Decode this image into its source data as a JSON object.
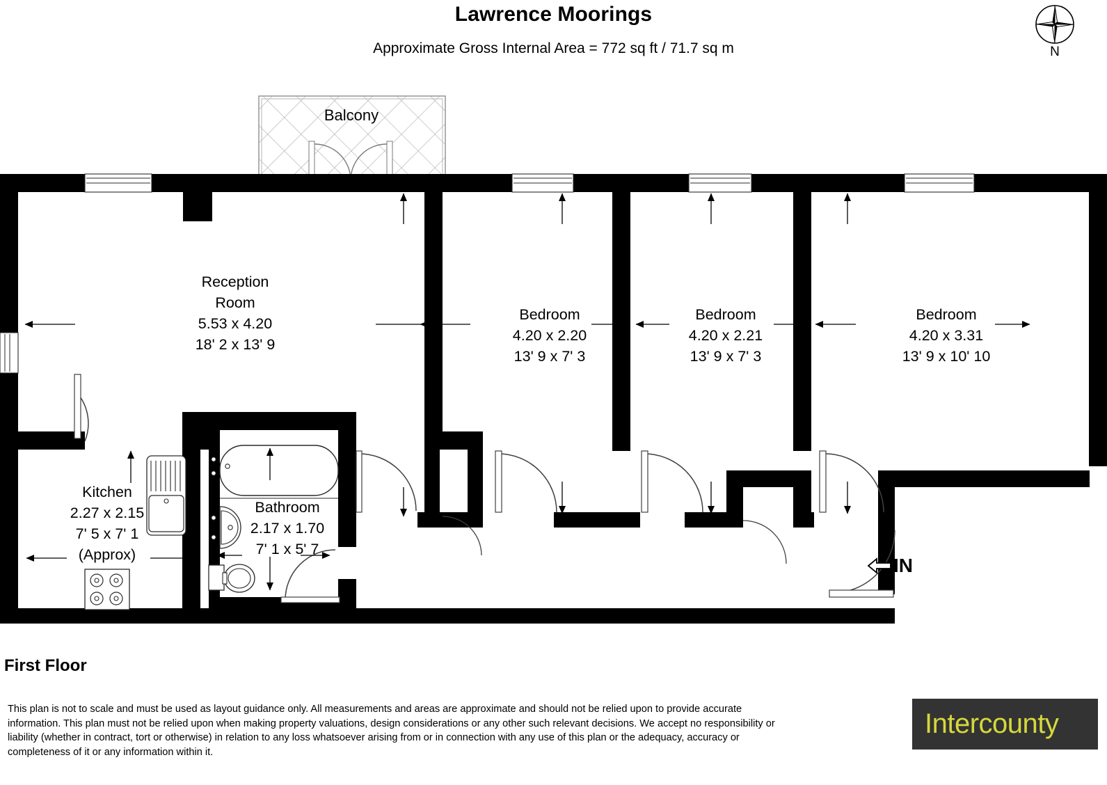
{
  "header": {
    "title": "Lawrence Moorings",
    "area_note": "Approximate Gross Internal Area = 772 sq ft / 71.7 sq m"
  },
  "compass": {
    "icon": "compass-rose-icon",
    "north_label": "N"
  },
  "plan": {
    "floor_caption": "First Floor",
    "balcony_label": "Balcony",
    "entrance": {
      "label": "IN",
      "arrow_icon": "arrow-left-icon"
    },
    "rooms": [
      {
        "id": "reception-room",
        "name": "Reception\nRoom",
        "name_line1": "Reception",
        "name_line2": "Room",
        "dim_metric": "5.53 x 4.20",
        "dim_imperial": "18' 2 x 13' 9",
        "note": ""
      },
      {
        "id": "bedroom-1",
        "name": "Bedroom",
        "dim_metric": "4.20 x 2.20",
        "dim_imperial": "13' 9 x 7' 3",
        "note": ""
      },
      {
        "id": "bedroom-2",
        "name": "Bedroom",
        "dim_metric": "4.20 x 2.21",
        "dim_imperial": "13' 9 x 7' 3",
        "note": ""
      },
      {
        "id": "bedroom-3",
        "name": "Bedroom",
        "dim_metric": "4.20 x 3.31",
        "dim_imperial": "13' 9 x 10' 10",
        "note": ""
      },
      {
        "id": "kitchen",
        "name": "Kitchen",
        "dim_metric": "2.27 x 2.15",
        "dim_imperial": "7' 5 x 7' 1",
        "note": "(Approx)"
      },
      {
        "id": "bathroom",
        "name": "Bathroom",
        "dim_metric": "2.17 x 1.70",
        "dim_imperial": "7' 1 x 5' 7",
        "note": ""
      }
    ]
  },
  "footer": {
    "disclaimer": "This plan is not to scale and must be used as layout guidance only. All measurements and areas are approximate and should not be relied upon to provide accurate information. This plan must not be relied upon when making property valuations, design considerations or any other such relevant decisions. We accept no responsibility or liability (whether in contract, tort or otherwise) in relation to any loss whatsoever arising from or in connection with any use of this plan or the adequacy, accuracy or completeness of it or any information within it.",
    "brand": "Intercounty"
  },
  "colors": {
    "wall": "#000000",
    "background": "#ffffff",
    "fixture_line": "#1a1a1a",
    "hatch": "#9a9a9a",
    "brand_bg": "#333333",
    "brand_text": "#d5d83c"
  }
}
